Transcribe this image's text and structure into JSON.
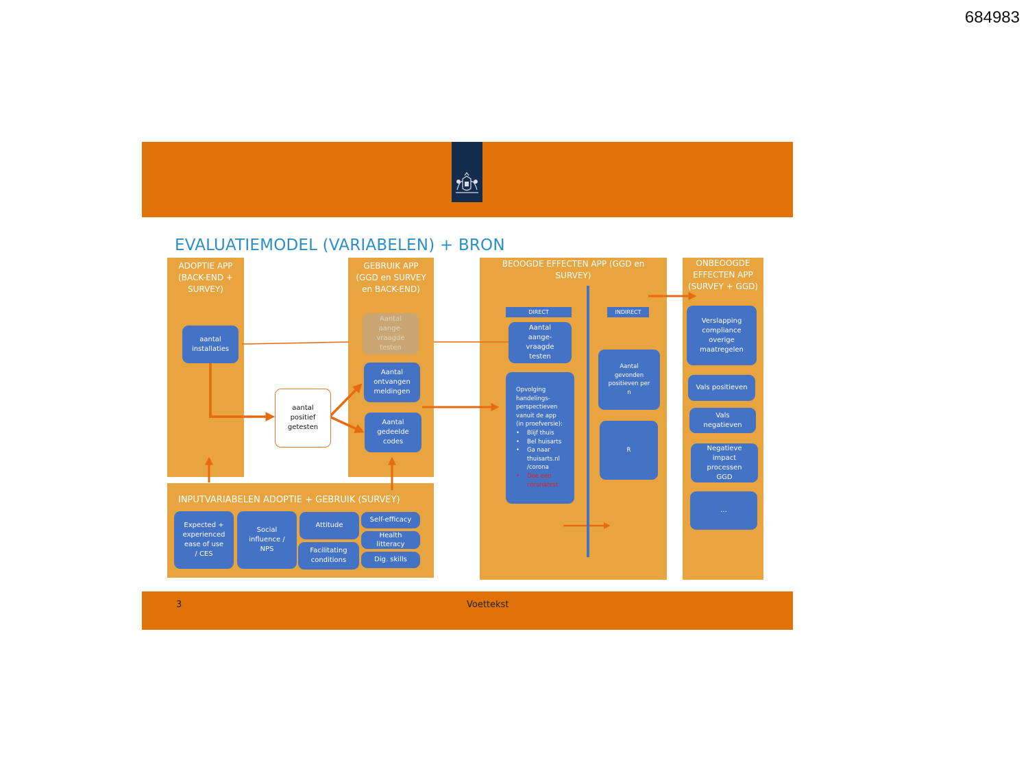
{
  "doc_number": "684983",
  "colors": {
    "orange": "#e1720a",
    "panel": "#e8a53f",
    "blue": "#4472c4",
    "navy": "#142d4f",
    "title": "#2a8fc6",
    "red": "#e02020"
  },
  "title": "EVALUATIEMODEL (VARIABELEN) + BRON",
  "panels": {
    "adoptie": "ADOPTIE APP\n(BACK-END +\nSURVEY)",
    "gebruik": "GEBRUIK APP\n(GGD en SURVEY\nen BACK-END)",
    "beoogde": "BEOOGDE EFFECTEN APP (GGD en\nSURVEY)",
    "onbeoogde": "ONBEOOGDE\nEFFECTEN APP\n(SURVEY + GGD)",
    "input": "INPUTVARIABELEN ADOPTIE + GEBRUIK (SURVEY)"
  },
  "boxes": {
    "installaties": "aantal\ninstallaties",
    "positief": "aantal\npositief\ngetesten",
    "aangevraagd_gray": "Aantal\naange-\nvraagde\ntesten",
    "ontvangen": "Aantal\nontvangen\nmeldingen",
    "gedeelde": "Aantal\ngedeelde\ncodes",
    "direct_tag": "DIRECT",
    "indirect_tag": "INDIRECT",
    "aangevraagd_direct": "Aantal\naange-\nvraagde\ntesten",
    "opvolging": "Opvolging\nhandelings-\nperspectieven\nvanuit de app\n(in proefversie):",
    "opvolging_items": [
      "Blijf thuis",
      "Bel huisarts",
      "Ga naar\nthuisarts.nl\n/corona"
    ],
    "opvolging_red": "Doe een\ncoronatest",
    "gevonden": "Aantal\ngevonden\npositieven per\nn",
    "r": "R",
    "verslapping": "Verslapping\ncompliance\noverige\nmaatregelen",
    "vals_pos": "Vals positieven",
    "vals_neg": "Vals\nnegatieven",
    "negatieve": "Negatieve\nimpact\nprocessen\nGGD",
    "dots": "...",
    "expected": "Expected +\nexperienced\nease of use\n/ CES",
    "social": "Social\ninfluence /\nNPS",
    "attitude": "Attitude",
    "facilitating": "Facilitating\nconditions",
    "self_efficacy": "Self-efficacy",
    "health": "Health\nlitteracy",
    "dig": "Dig. skills"
  },
  "footer": {
    "page": "3",
    "text": "Voettekst"
  }
}
